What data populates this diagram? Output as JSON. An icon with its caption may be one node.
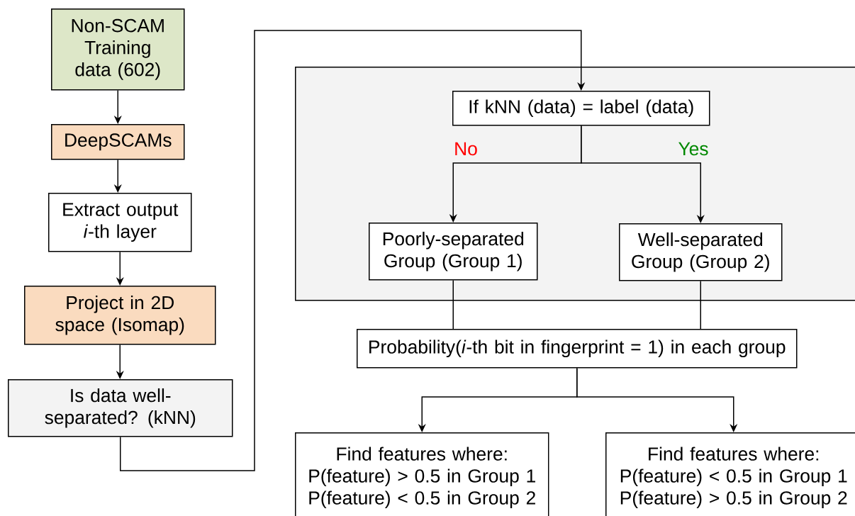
{
  "diagram": {
    "nodes": [
      {
        "text": [
          "Non-SCAM Training data (602)"
        ]
      },
      {
        "text": [
          "DeepSCAMs"
        ]
      },
      {
        "text": [
          "Extract output *i*-th layer"
        ]
      },
      {
        "text": [
          "Project in 2D space (Isomap)"
        ]
      },
      {
        "text": [
          "Is data well-separated? (kNN)"
        ]
      },
      {
        "text": [],
        "shape": "box"
      },
      {
        "text": [
          "If kNN (data) = label (data)"
        ],
        "in": 5
      },
      {
        "text": [
          "Poorly-separated Group (Group 1)"
        ],
        "in": 5
      },
      {
        "text": [
          "Well-separated Group (Group 2)"
        ],
        "in": 5
      },
      {
        "text": [
          "Probability(*i*-th bit in fingerprint = 1) in each group"
        ]
      },
      {
        "text": [
          "Find features where:",
          "P(feature) > 0.5 in Group 1",
          "P(feature) < 0.5 in Group 2"
        ]
      },
      {
        "text": [
          "Find features where:",
          "P(feature) < 0.5 in Group 1",
          "P(feature) > 0.5 in Group 2"
        ]
      }
    ],
    "edges": [
      {
        "from": 0,
        "to": 1,
        "arrow": "to"
      },
      {
        "from": 1,
        "to": 2,
        "arrow": "to"
      },
      {
        "from": 2,
        "to": 3,
        "arrow": "to"
      },
      {
        "from": 3,
        "to": 4,
        "arrow": "to"
      },
      {
        "from": 4,
        "to": 6,
        "arrow": "to"
      },
      {
        "from": 6,
        "to": 7,
        "arrow": "to",
        "label": "No"
      },
      {
        "from": 6,
        "to": 8,
        "arrow": "to",
        "label": "Yes"
      },
      {
        "from": 7,
        "to": 9,
        "arrow": "none"
      },
      {
        "from": 8,
        "to": 9,
        "arrow": "none"
      },
      {
        "from": 9,
        "to": 10,
        "arrow": "to"
      },
      {
        "from": 9,
        "to": 11,
        "arrow": "to"
      }
    ]
  }
}
